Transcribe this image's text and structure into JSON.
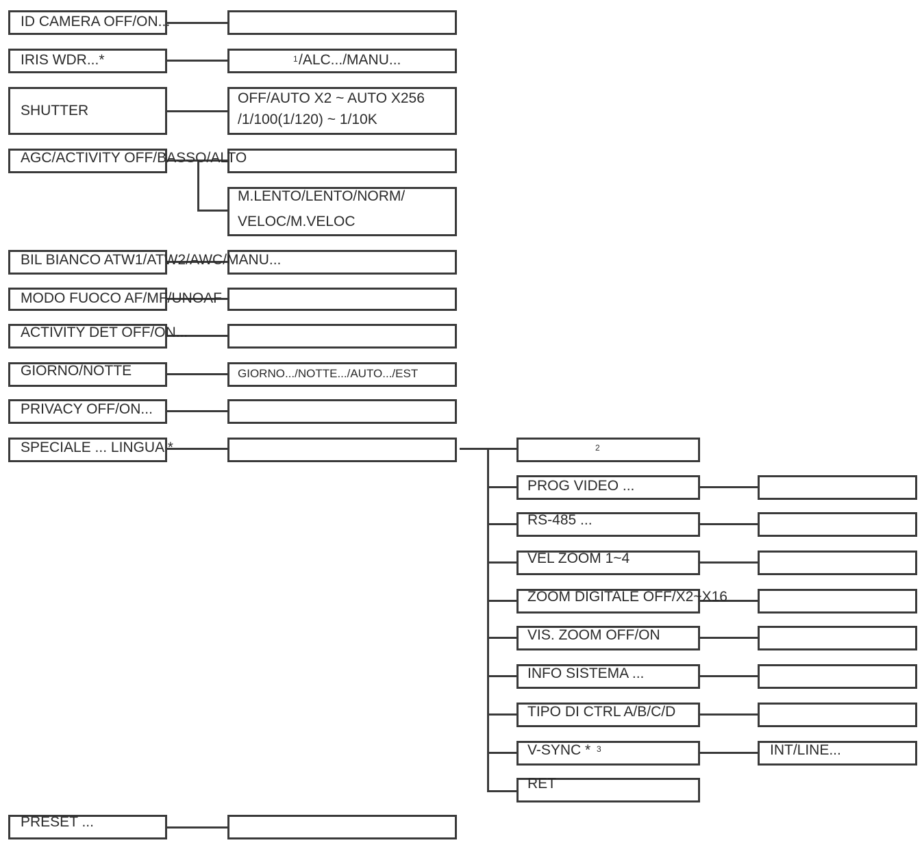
{
  "menu": {
    "id_camera": "ID CAMERA OFF/ON...",
    "iris": "IRIS WDR...*",
    "shutter": "SHUTTER",
    "agc": "AGC/ACTIVITY OFF/BASSO/ALTO",
    "bil_bianco": "BIL BIANCO ATW1/ATW2/AWC/MANU...",
    "modo_fuoco": "MODO FUOCO AF/MF/UNOAF",
    "activity_det": "ACTIVITY DET OFF/ON...",
    "giorno_notte": "GIORNO/NOTTE",
    "privacy": "PRIVACY OFF/ON...",
    "speciale": "SPECIALE ... LINGUA *",
    "preset": "PRESET ..."
  },
  "options": {
    "iris_sup": "1",
    "iris": "/ALC.../MANU...",
    "shutter_line1": "OFF/AUTO X2 ~ AUTO X256",
    "shutter_line2": "/1/100(1/120) ~ 1/10K",
    "agc_line1": "M.LENTO/LENTO/NORM/",
    "agc_line2": "VELOC/M.VELOC",
    "giorno_notte": "GIORNO.../NOTTE.../AUTO.../EST"
  },
  "speciale": {
    "item_top_sup": "2",
    "prog_video": "PROG VIDEO ...",
    "rs485": "RS-485 ...",
    "vel_zoom": "VEL ZOOM 1~4",
    "zoom_digitale": "ZOOM DIGITALE OFF/X2~X16",
    "vis_zoom": "VIS. ZOOM  OFF/ON",
    "info_sistema": "INFO SISTEMA ...",
    "tipo_ctrl": "TIPO DI CTRL  A/B/C/D",
    "vsync": "V-SYNC *",
    "vsync_sup": "3",
    "ret": "RET",
    "vsync_option": "INT/LINE..."
  }
}
